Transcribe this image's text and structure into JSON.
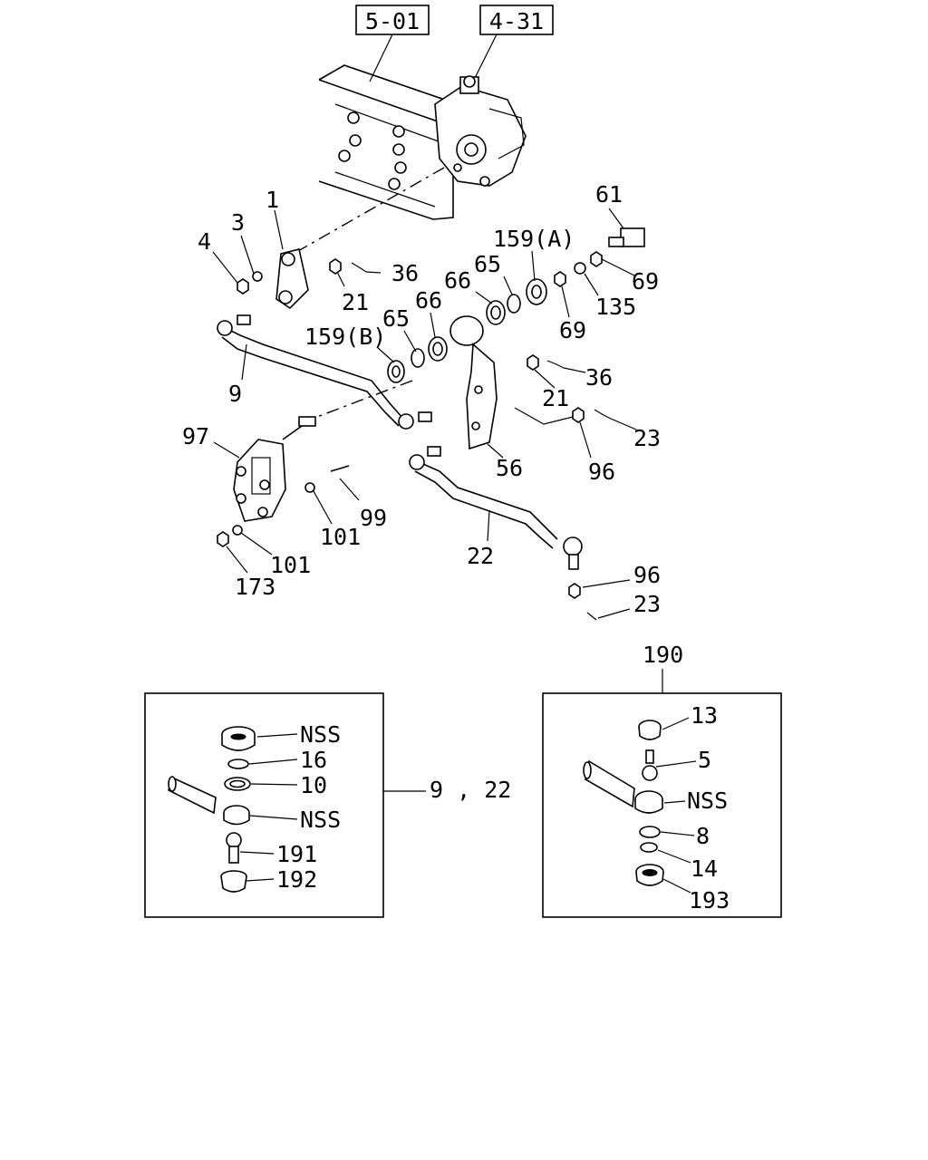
{
  "ref_boxes": [
    "5-01",
    "4-31"
  ],
  "callouts": {
    "c1": "1",
    "c3": "3",
    "c4": "4",
    "c21a": "21",
    "c36a": "36",
    "c9": "9",
    "c159b": "159(B)",
    "c65a": "65",
    "c66a": "66",
    "c66b": "66",
    "c65b": "65",
    "c159a": "159(A)",
    "c61": "61",
    "c69a": "69",
    "c135": "135",
    "c69b": "69",
    "c36b": "36",
    "c21b": "21",
    "c23a": "23",
    "c96a": "96",
    "c56": "56",
    "c97": "97",
    "c99": "99",
    "c101a": "101",
    "c101b": "101",
    "c173": "173",
    "c22": "22",
    "c96b": "96",
    "c23b": "23"
  },
  "detail_left": {
    "labels": [
      "NSS",
      "16",
      "10",
      "NSS",
      "191",
      "192"
    ],
    "group_label": "9 , 22"
  },
  "detail_right": {
    "group_label": "190",
    "labels": [
      "13",
      "5",
      "NSS",
      "8",
      "14",
      "193"
    ]
  }
}
